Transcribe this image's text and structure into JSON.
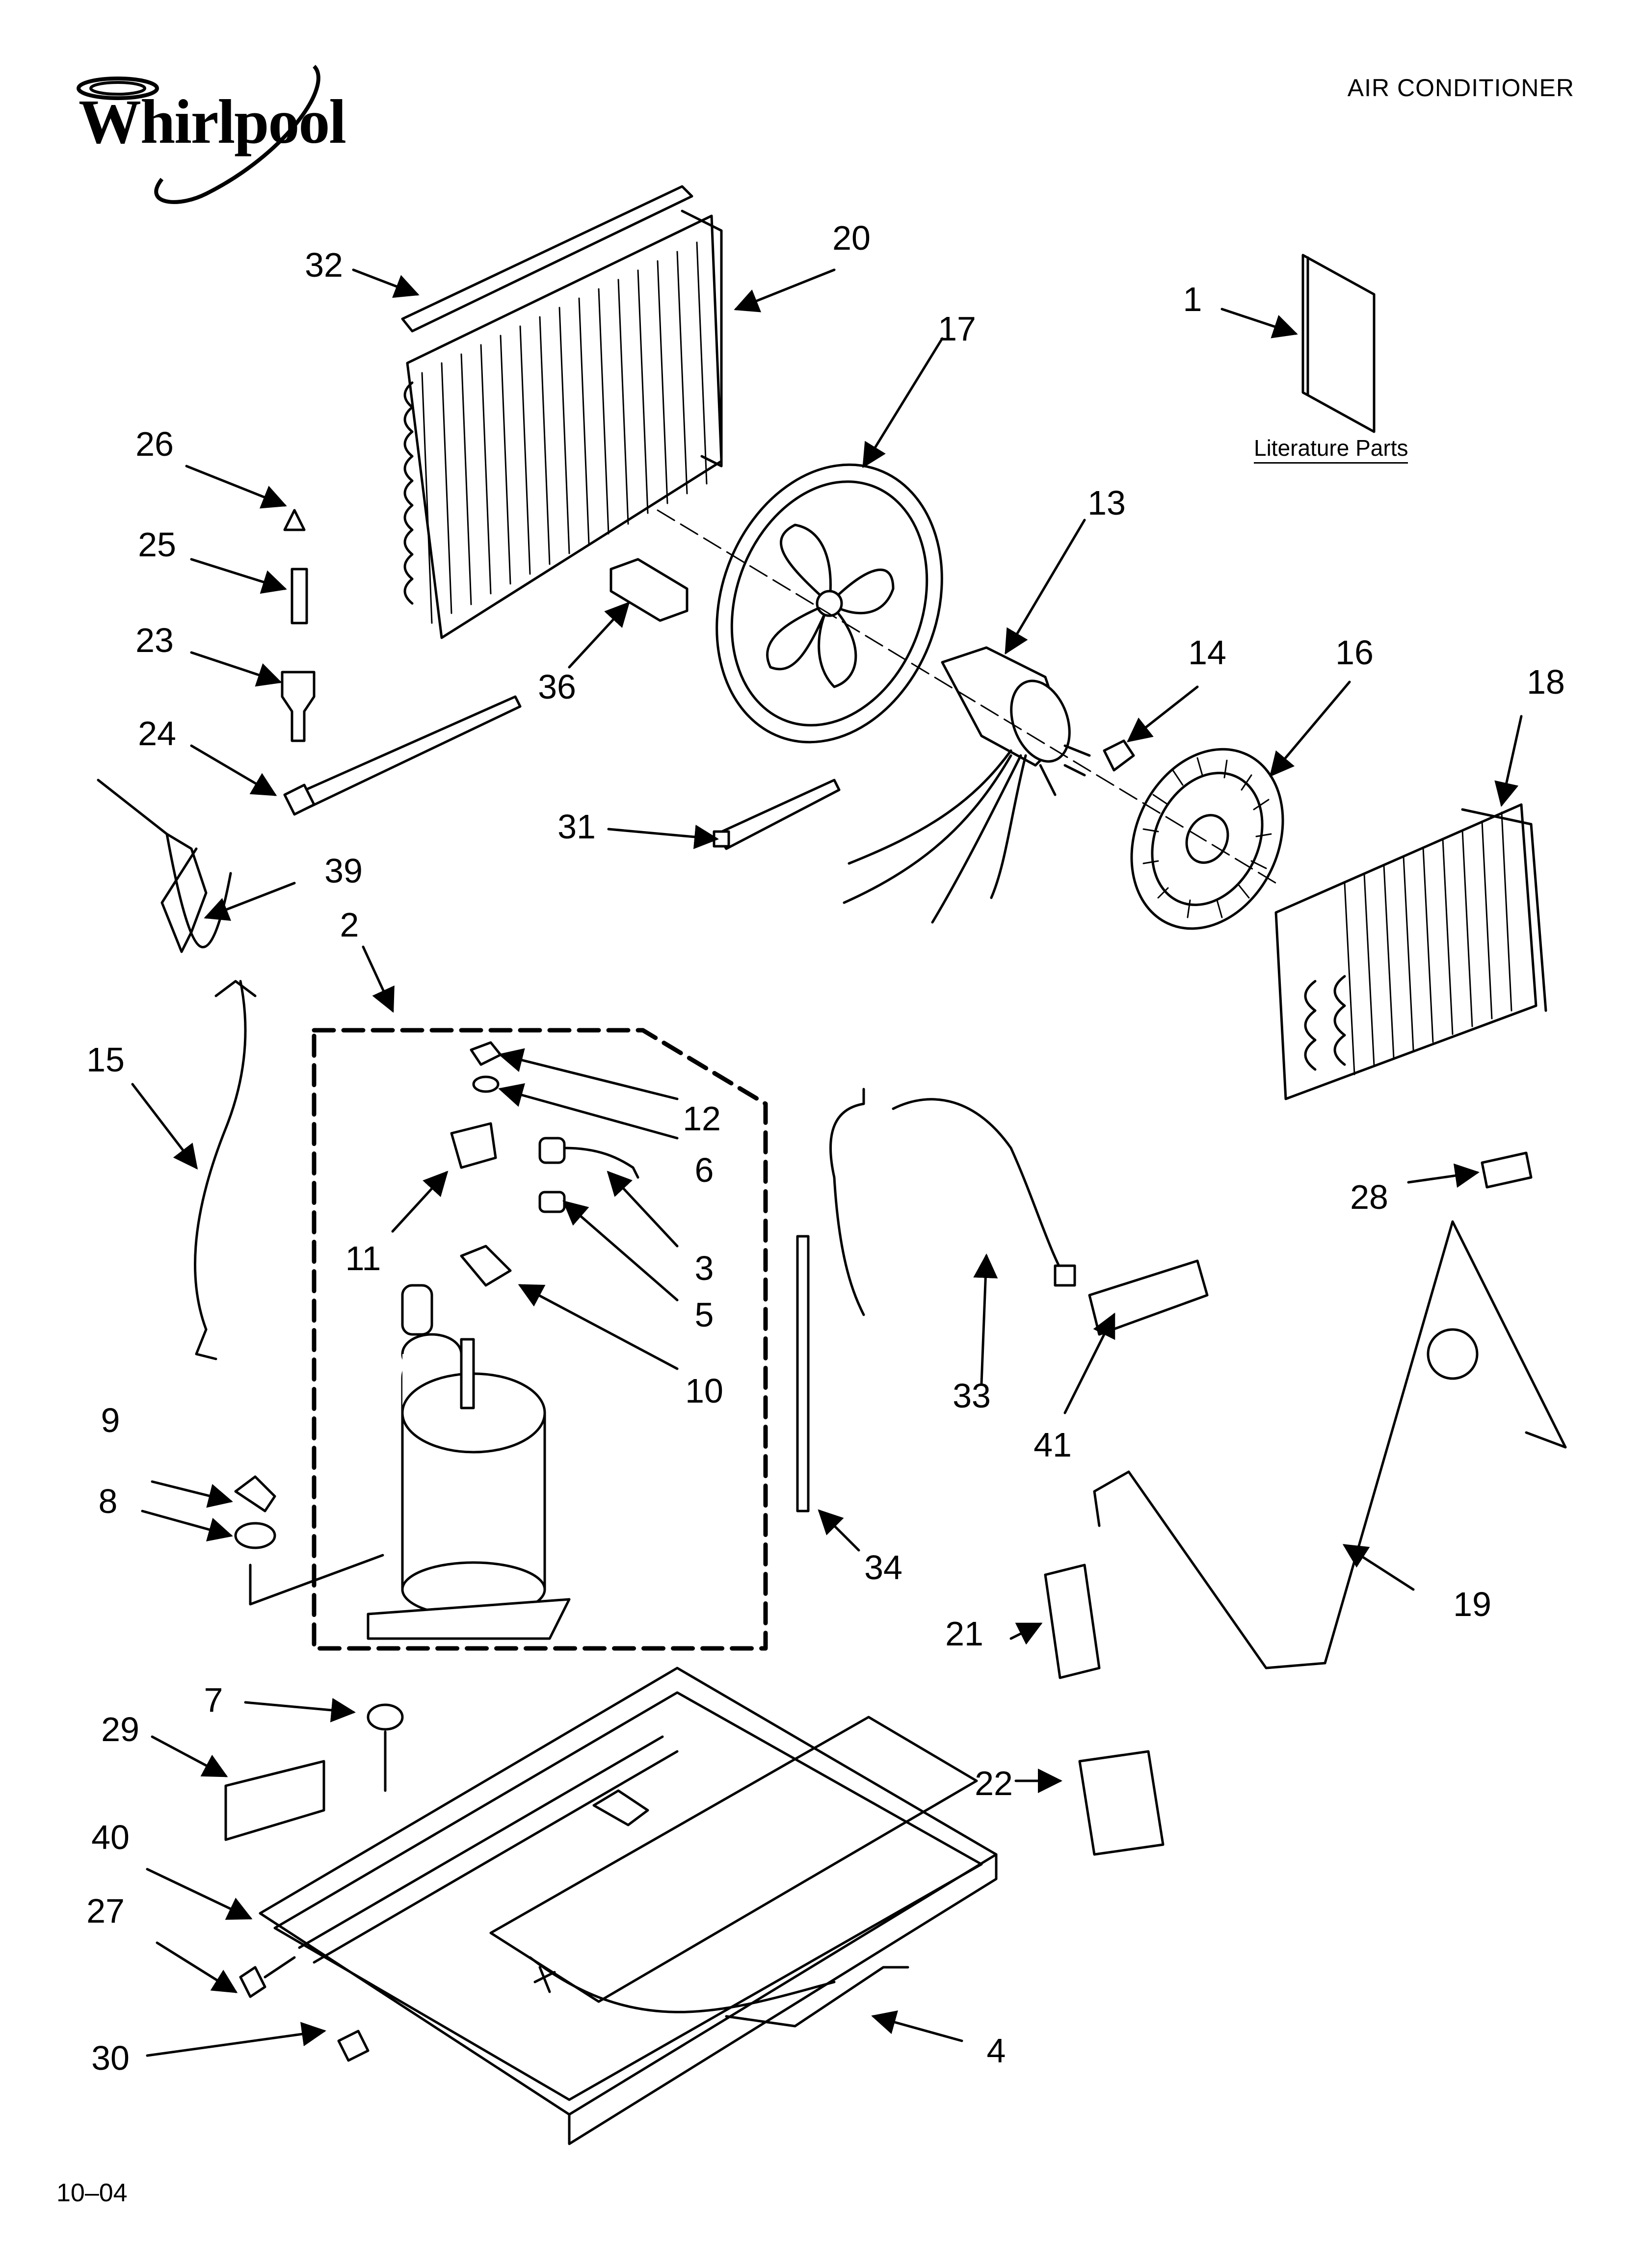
{
  "header": {
    "brand": "Whirlpool",
    "title": "AIR CONDITIONER"
  },
  "literature_label": "Literature Parts",
  "footer": {
    "code": "10–04"
  },
  "callouts": {
    "p1": "1",
    "p2": "2",
    "p3": "3",
    "p4": "4",
    "p5": "5",
    "p6": "6",
    "p7": "7",
    "p8": "8",
    "p9": "9",
    "p10": "10",
    "p11": "11",
    "p12": "12",
    "p13": "13",
    "p14": "14",
    "p15": "15",
    "p16": "16",
    "p17": "17",
    "p18": "18",
    "p19": "19",
    "p20": "20",
    "p21": "21",
    "p22": "22",
    "p23": "23",
    "p24": "24",
    "p25": "25",
    "p26": "26",
    "p27": "27",
    "p28": "28",
    "p29": "29",
    "p30": "30",
    "p31": "31",
    "p32": "32",
    "p33": "33",
    "p34": "34",
    "p36": "36",
    "p39": "39",
    "p40": "40",
    "p41": "41"
  }
}
